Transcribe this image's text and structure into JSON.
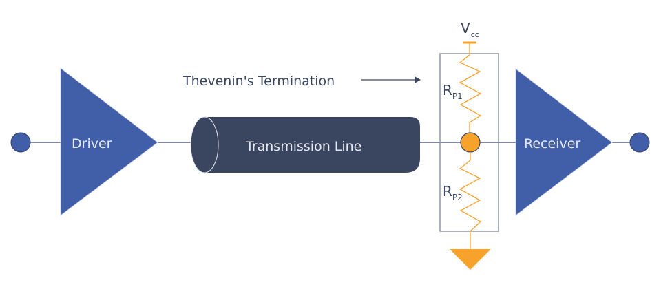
{
  "title": "Thevenin's Termination",
  "colors": {
    "blue": "#415ea8",
    "navy": "#3a4560",
    "orange": "#f7a22b",
    "wire": "#3a4560",
    "box": "#7f859a",
    "light_text": "#e6e9f2"
  },
  "blocks": {
    "driver": "Driver",
    "transmission_line": "Transmission Line",
    "receiver": "Receiver"
  },
  "termination": {
    "label": "Thevenin's Termination",
    "supply": {
      "main": "V",
      "sub": "cc"
    },
    "r1": {
      "main": "R",
      "sub": "P1"
    },
    "r2": {
      "main": "R",
      "sub": "P2"
    }
  }
}
